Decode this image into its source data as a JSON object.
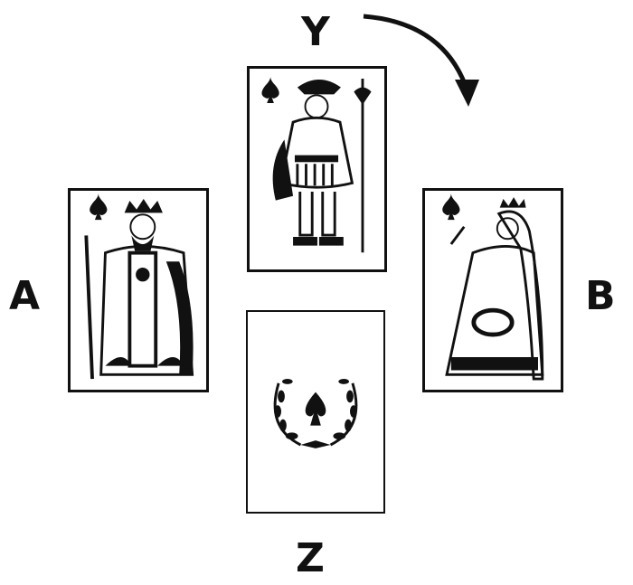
{
  "labels": {
    "top": "Y",
    "left": "A",
    "right": "B",
    "bottom": "Z"
  },
  "cards": [
    {
      "position": "top",
      "rank": "jack",
      "suit": "spades"
    },
    {
      "position": "left",
      "rank": "king",
      "suit": "spades"
    },
    {
      "position": "right",
      "rank": "queen",
      "suit": "spades"
    },
    {
      "position": "bottom",
      "rank": "ace",
      "suit": "spades"
    }
  ],
  "colors": {
    "ink": "#111111",
    "paper": "#ffffff"
  }
}
